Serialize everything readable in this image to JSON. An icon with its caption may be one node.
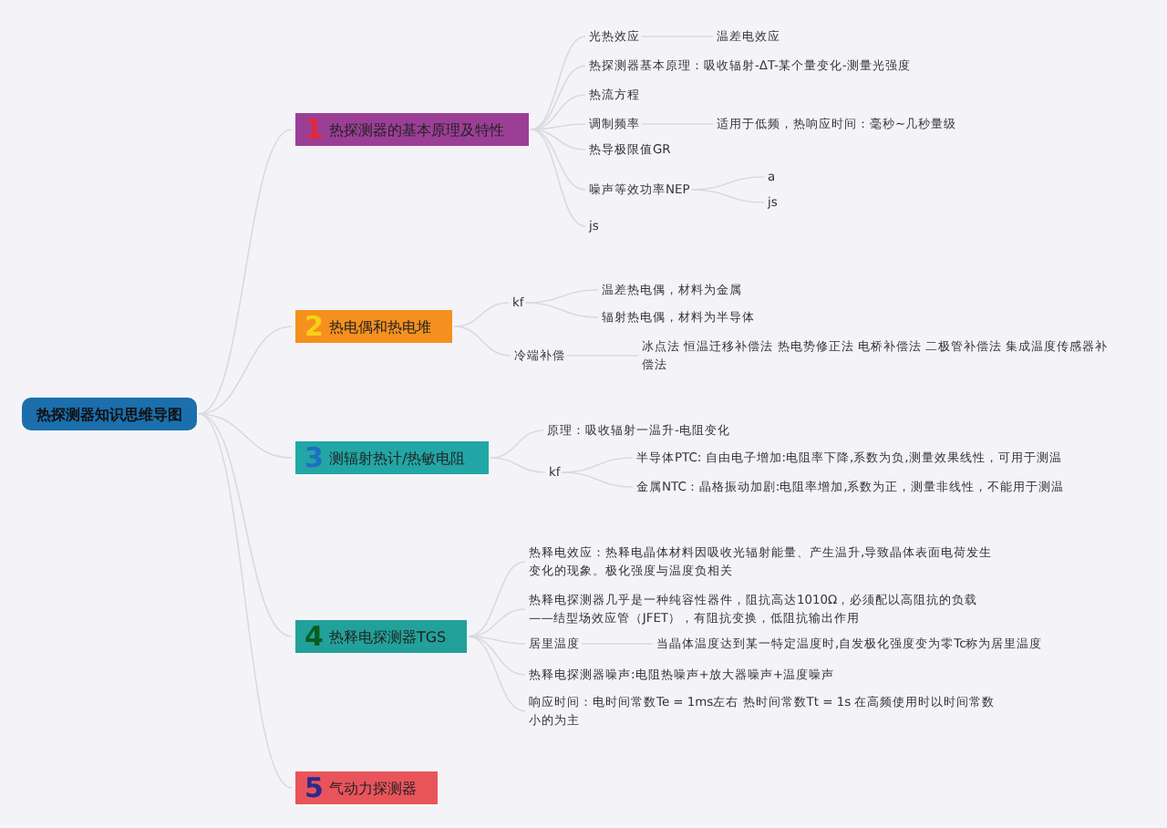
{
  "diagram": {
    "nodes": [
      {
        "text": [
          "热探测器知识思维导图"
        ]
      },
      {
        "text": [
          "1",
          "热探测器的基本原理及特性"
        ]
      },
      {
        "text": [
          "光热效应"
        ]
      },
      {
        "text": [
          "温差电效应"
        ]
      },
      {
        "text": [
          "热探测器基本原理：吸收辐射-ΔT-某个量变化-测量光强度"
        ]
      },
      {
        "text": [
          "热流方程"
        ]
      },
      {
        "text": [
          "调制频率"
        ]
      },
      {
        "text": [
          "适用于低频，热响应时间：毫秒~几秒量级"
        ]
      },
      {
        "text": [
          "热导极限值GR"
        ]
      },
      {
        "text": [
          "噪声等效功率NEP"
        ]
      },
      {
        "text": [
          "a"
        ]
      },
      {
        "text": [
          "js"
        ]
      },
      {
        "text": [
          "js"
        ]
      },
      {
        "text": [
          "2",
          "热电偶和热电堆"
        ]
      },
      {
        "text": [
          "kf"
        ]
      },
      {
        "text": [
          "温差热电偶，材料为金属"
        ]
      },
      {
        "text": [
          "辐射热电偶，材料为半导体"
        ]
      },
      {
        "text": [
          "冷端补偿"
        ]
      },
      {
        "text": [
          "冰点法 恒温迁移补偿法 热电势修正法 电桥补偿法 二极管补偿法 集成温度传感器补偿法"
        ]
      },
      {
        "text": [
          "3",
          "测辐射热计/热敏电阻"
        ]
      },
      {
        "text": [
          "原理：吸收辐射一温升-电阻变化"
        ]
      },
      {
        "text": [
          "kf"
        ]
      },
      {
        "text": [
          "半导体PTC: 自由电子增加:电阻率下降,系数为负,测量效果线性，可用于测温"
        ]
      },
      {
        "text": [
          "金属NTC：晶格振动加剧:电阻率增加,系数为正，测量非线性，不能用于测温"
        ]
      },
      {
        "text": [
          "4",
          "热释电探测器TGS"
        ]
      },
      {
        "text": [
          "热释电效应：热释电晶体材料因吸收光辐射能量、产生温升,导致晶体表面电荷发生变化的现象。极化强度与温度负相关"
        ]
      },
      {
        "text": [
          "热释电探测器几乎是一种纯容性器件，阻抗高达1010Ω，必须配以高阻抗的负载——结型场效应管（JFET），有阻抗变换，低阻抗输出作用"
        ]
      },
      {
        "text": [
          "居里温度"
        ]
      },
      {
        "text": [
          "当晶体温度达到某一特定温度时,自发极化强度变为零Tc称为居里温度"
        ]
      },
      {
        "text": [
          "热释电探测器噪声:电阻热噪声+放大器噪声+温度噪声"
        ]
      },
      {
        "text": [
          "响应时间：电时间常数Te = 1ms左右 热时间常数Tt = 1s 在高频使用时以时间常数小的为主"
        ]
      },
      {
        "text": [
          "5",
          "气动力探测器"
        ]
      }
    ],
    "edges": [
      {
        "from": 0,
        "to": 1,
        "arrow": "none"
      },
      {
        "from": 0,
        "to": 13,
        "arrow": "none"
      },
      {
        "from": 0,
        "to": 19,
        "arrow": "none"
      },
      {
        "from": 0,
        "to": 24,
        "arrow": "none"
      },
      {
        "from": 0,
        "to": 31,
        "arrow": "none"
      },
      {
        "from": 1,
        "to": 2,
        "arrow": "none"
      },
      {
        "from": 2,
        "to": 3,
        "arrow": "none"
      },
      {
        "from": 1,
        "to": 4,
        "arrow": "none"
      },
      {
        "from": 1,
        "to": 5,
        "arrow": "none"
      },
      {
        "from": 1,
        "to": 6,
        "arrow": "none"
      },
      {
        "from": 6,
        "to": 7,
        "arrow": "none"
      },
      {
        "from": 1,
        "to": 8,
        "arrow": "none"
      },
      {
        "from": 1,
        "to": 9,
        "arrow": "none"
      },
      {
        "from": 9,
        "to": 10,
        "arrow": "none"
      },
      {
        "from": 9,
        "to": 11,
        "arrow": "none"
      },
      {
        "from": 1,
        "to": 12,
        "arrow": "none"
      },
      {
        "from": 13,
        "to": 14,
        "arrow": "none"
      },
      {
        "from": 14,
        "to": 15,
        "arrow": "none"
      },
      {
        "from": 14,
        "to": 16,
        "arrow": "none"
      },
      {
        "from": 13,
        "to": 17,
        "arrow": "none"
      },
      {
        "from": 17,
        "to": 18,
        "arrow": "none"
      },
      {
        "from": 19,
        "to": 20,
        "arrow": "none"
      },
      {
        "from": 19,
        "to": 21,
        "arrow": "none"
      },
      {
        "from": 21,
        "to": 22,
        "arrow": "none"
      },
      {
        "from": 21,
        "to": 23,
        "arrow": "none"
      },
      {
        "from": 24,
        "to": 25,
        "arrow": "none"
      },
      {
        "from": 24,
        "to": 26,
        "arrow": "none"
      },
      {
        "from": 24,
        "to": 27,
        "arrow": "none"
      },
      {
        "from": 27,
        "to": 28,
        "arrow": "none"
      },
      {
        "from": 24,
        "to": 29,
        "arrow": "none"
      },
      {
        "from": 24,
        "to": 30,
        "arrow": "none"
      }
    ]
  }
}
